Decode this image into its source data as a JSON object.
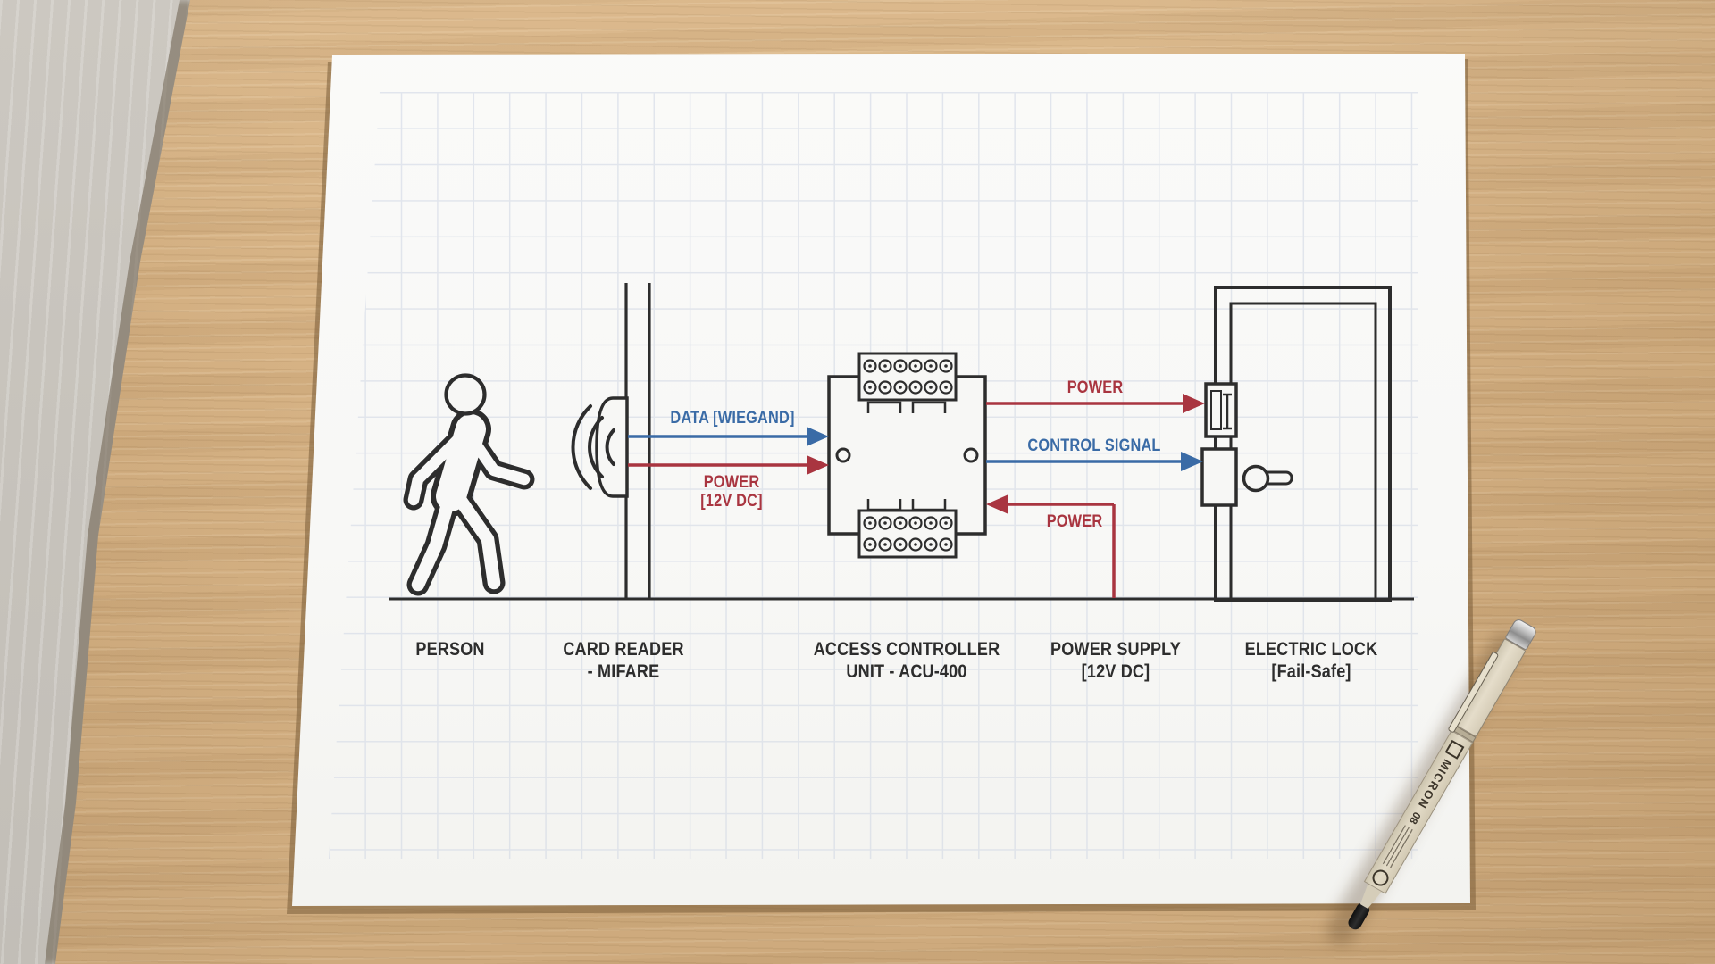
{
  "colors": {
    "ink_dark": "#2d2d2d",
    "signal_blue": "#3a6ba6",
    "power_red": "#a93540",
    "paper_white": "#f8f8f6",
    "grid_line": "#d5dbe6",
    "wood_tan": "#d7b385"
  },
  "labels": {
    "person": {
      "line1": "PERSON"
    },
    "card_reader": {
      "line1": "CARD READER",
      "line2": "- MIFARE"
    },
    "acu": {
      "line1": "ACCESS CONTROLLER",
      "line2": "UNIT - ACU-400"
    },
    "power_supply": {
      "line1": "POWER SUPPLY",
      "line2": "[12V DC]"
    },
    "electric_lock": {
      "line1": "ELECTRIC LOCK",
      "line2": "[Fail-Safe]"
    }
  },
  "arrows": {
    "data": {
      "label": "DATA [WIEGAND]",
      "color": "#3a6ba6",
      "from": "card_reader",
      "to": "acu"
    },
    "power_reader": {
      "line1": "POWER",
      "line2": "[12V DC]",
      "color": "#a93540",
      "from": "card_reader",
      "to": "acu"
    },
    "power_lock": {
      "label": "POWER",
      "color": "#a93540",
      "from": "acu",
      "to": "electric_lock_strike"
    },
    "control": {
      "label": "CONTROL SIGNAL",
      "color": "#3a6ba6",
      "from": "acu",
      "to": "electric_lock"
    },
    "power_supply_in": {
      "label": "POWER",
      "color": "#a93540",
      "from": "power_supply",
      "to": "acu"
    }
  },
  "pen": {
    "brand": "MICRON",
    "size": "08"
  }
}
